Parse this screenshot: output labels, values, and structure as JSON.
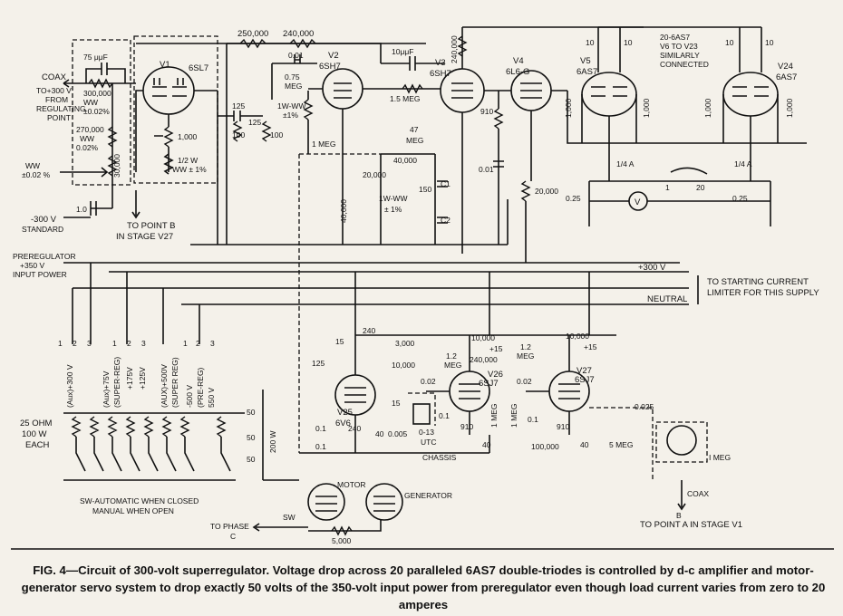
{
  "diagram": {
    "tubes": [
      {
        "id": "v1",
        "ref": "V1",
        "type": "6SL7"
      },
      {
        "id": "v2",
        "ref": "V2",
        "type": "6SH7"
      },
      {
        "id": "v3",
        "ref": "V3",
        "type": "6SH7"
      },
      {
        "id": "v4",
        "ref": "V4",
        "type": "6L6-G"
      },
      {
        "id": "v5",
        "ref": "V5",
        "type": "6AS7"
      },
      {
        "id": "v24",
        "ref": "V24",
        "type": "6AS7"
      },
      {
        "id": "v25",
        "ref": "V25",
        "type": "6V6"
      },
      {
        "id": "v26",
        "ref": "V26",
        "type": "6SJ7"
      },
      {
        "id": "v27",
        "ref": "V27",
        "type": "6SJ7"
      }
    ],
    "labels": {
      "coax_top": "COAX",
      "to300_1": "TO+300 V",
      "to300_2": "FROM",
      "to300_3": "REGULATING",
      "to300_4": "POINT",
      "c75": "75 μμF",
      "r300k": "300,000",
      "ww002a": "WW",
      "ww002b": "±0.02%",
      "r270k": "270,000",
      "ww002c": "WW",
      "ww002d": "0.02%",
      "wwl1": "WW",
      "wwl2": "±0.02 %",
      "r30k": "30,000",
      "r1000": "1,000",
      "halfw1": "1/2 W",
      "halfw2": "WW ± 1%",
      "c10": "1.0",
      "neg300a": "-300 V",
      "neg300b": "STANDARD",
      "topointb1": "TO POINT B",
      "topointb2": "IN STAGE V27",
      "r250k": "250,000",
      "r240k": "240,000",
      "c001": "0.01",
      "r075": "0.75",
      "meg": "MEG",
      "c10uf": "10μμF",
      "r15meg": "1.5 MEG",
      "r240k_v3": "240,000",
      "r910": "910",
      "c125a": "125",
      "c125b": "125",
      "r100a": "100",
      "r100b": "100",
      "iww1": "1W-WW",
      "iww1b": "±1%",
      "r1meg": "1 MEG",
      "r47a": "47",
      "r47b": "MEG",
      "r40k": "40,000",
      "r20k": "20,000",
      "r40kb": "40,000",
      "iww2": "1W-WW",
      "iww2b": "± 1%",
      "r150": "150",
      "c1": "C1",
      "c2": "C2",
      "c001b": "0.01",
      "r20kb": "20,000",
      "r10a": "10",
      "r10b": "10",
      "r10c": "10",
      "r10d": "10",
      "r1000a": "1,000",
      "r1000b": "1,000",
      "r1000c": "1,000",
      "r1000d": "1,000",
      "note1": "20-6AS7",
      "note2": "V6 TO V23",
      "note3": "SIMILARLY",
      "note4": "CONNECTED",
      "fuse_a": "1/4 A",
      "fuse_b": "1/4 A",
      "sw1": "1",
      "sw20": "20",
      "r025a": "0.25",
      "r025b": "0.25",
      "meter": "V",
      "prereg1": "PREREGULATOR",
      "prereg2": "+350 V",
      "prereg3": "INPUT POWER",
      "plus300": "+300 V",
      "neutral": "NEUTRAL",
      "tostart1": "TO STARTING CURRENT",
      "tostart2": "LIMITER FOR THIS SUPPLY",
      "sw_1a": "1",
      "sw_2a": "2",
      "sw_3a": "3",
      "sw_1b": "1",
      "sw_2b": "2",
      "sw_3b": "3",
      "sw_1c": "1",
      "sw_2c": "2",
      "sw_3c": "3",
      "aux1": "(Aux)+300 V",
      "aux2": "(Aux)+75V",
      "aux2b": "(SUPER-REG)",
      "aux3": "+125V",
      "aux3b": "+175V",
      "aux4": "(AUX)+500V",
      "aux4b": "(SUPER REG)",
      "aux5": "-500 V",
      "aux5b": "(PRE-REG)",
      "aux5c": "550 V",
      "ohm25a": "25 OHM",
      "ohm25b": "100 W",
      "ohm25c": "EACH",
      "r50a": "50",
      "r50b": "50",
      "r50c": "50",
      "r200w": "200 W",
      "swauto1": "SW-AUTOMATIC WHEN CLOSED",
      "swauto2": "MANUAL WHEN OPEN",
      "tophase1": "TO PHASE",
      "tophase2": "C",
      "sw": "SW",
      "r5000": "5,000",
      "motor": "MOTOR",
      "generator": "GENERATOR",
      "r15": "15",
      "r240": "240",
      "r3000": "3,000",
      "c125c": "125",
      "r10k": "10,000",
      "c01a": "0.1",
      "c01b": "0.1",
      "c15": "15",
      "r240b": "240",
      "c40": "40",
      "c0005": "0.005",
      "utc1": "0-13",
      "utc2": "UTC",
      "c002a": "0.02",
      "r12meg": "1.2",
      "r12megb": "MEG",
      "r10kb": "10,000",
      "c15b": "+15",
      "r240k26": "240,000",
      "c01c": "0.1",
      "r910b": "910",
      "c40b": "40",
      "r1megv": "1 MEG",
      "r1megv2": "1 MEG",
      "chassis": "CHASSIS",
      "r100k": "100,000",
      "r12meg2": "1.2",
      "r12meg2b": "MEG",
      "r10kc": "10,000",
      "c15c": "+15",
      "c002b": "0.02",
      "c01d": "0.1",
      "r910c": "910",
      "c40c": "40",
      "r5meg": "5 MEG",
      "r0025": "0.025",
      "r1megc": "I MEG",
      "coax_b": "COAX",
      "b": "B",
      "topointa": "TO POINT A IN STAGE V1"
    }
  },
  "caption": {
    "fig": "FIG. 4",
    "text": "—Circuit of 300-volt superregulator. Voltage drop across 20 paralleled 6AS7 double-triodes is controlled by d-c amplifier and motor-generator servo system to drop exactly 50 volts of the 350-volt input power from preregulator even though load current varies from zero to 20 amperes"
  }
}
